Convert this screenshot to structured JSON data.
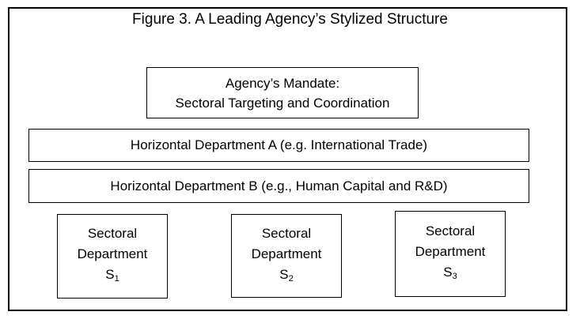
{
  "figure": {
    "title": "Figure 3. A Leading Agency’s Stylized Structure"
  },
  "mandate": {
    "line1": "Agency’s Mandate:",
    "line2": "Sectoral Targeting and Coordination"
  },
  "horizontal": [
    {
      "label": "Horizontal Department A (e.g. International Trade)"
    },
    {
      "label": "Horizontal Department B (e.g., Human Capital and R&D)"
    }
  ],
  "sectoral": [
    {
      "line1": "Sectoral",
      "line2": "Department",
      "letter": "S",
      "index": "1"
    },
    {
      "line1": "Sectoral",
      "line2": "Department",
      "letter": "S",
      "index": "2"
    },
    {
      "line1": "Sectoral",
      "line2": "Department",
      "letter": "S",
      "index": "3"
    }
  ],
  "colors": {
    "border": "#000000",
    "background": "#ffffff",
    "text": "#000000"
  }
}
